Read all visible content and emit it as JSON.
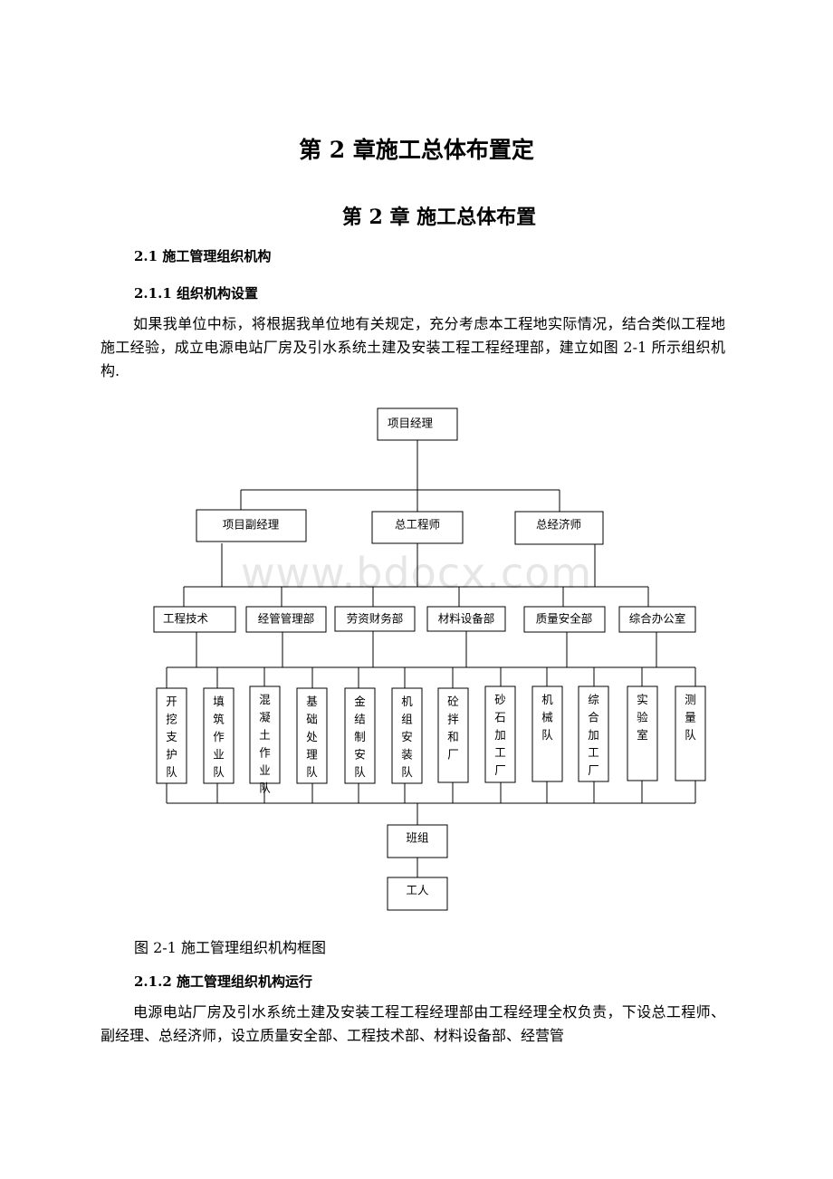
{
  "document": {
    "title": "第 2 章施工总体布置定",
    "chapter_heading": "第 2 章  施工总体布置",
    "section_2_1": "2.1 施工管理组织机构",
    "section_2_1_1": "2.1.1 组织机构设置",
    "para_1": "如果我单位中标，将根据我单位地有关规定，充分考虑本工程地实际情况，结合类似工程地施工经验，成立电源电站厂房及引水系统土建及安装工程工程经理部，建立如图 2-1 所示组织机构.",
    "figure_caption": "图 2-1 施工管理组织机构框图",
    "section_2_1_2": "2.1.2 施工管理组织机构运行",
    "para_2": "电源电站厂房及引水系统土建及安装工程工程经理部由工程经理全权负责，下设总工程师、副经理、总经济师，设立质量安全部、工程技术部、材料设备部、经营管",
    "watermark": "www.bdocx.com"
  },
  "org_chart": {
    "top": "项目经理",
    "level2": [
      "项目副经理",
      "总工程师",
      "总经济师"
    ],
    "departments": [
      "工程技术",
      "经管管理部",
      "劳资财务部",
      "材料设备部",
      "质量安全部",
      "综合办公室"
    ],
    "teams": [
      "开挖支护队",
      "填筑作业队",
      "混凝土作业队",
      "基础处理队",
      "金结制安队",
      "机组安装队",
      "砼拌和厂",
      "砂石加工厂",
      "机械队",
      "综合加工厂",
      "实验室",
      "测量队"
    ],
    "group": "班组",
    "workers": "工人"
  }
}
